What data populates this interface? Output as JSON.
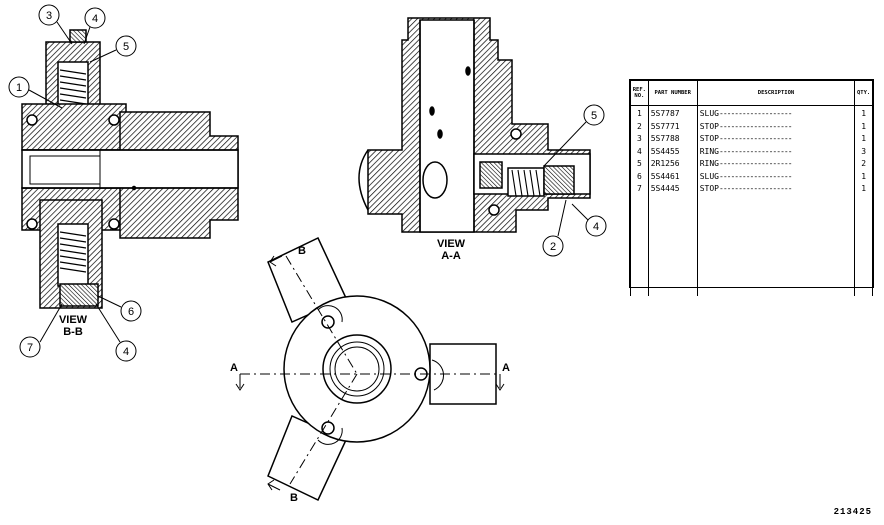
{
  "table": {
    "headers": {
      "ref": "REF. NO.",
      "part": "PART NUMBER",
      "desc": "DESCRIPTION",
      "qty": "QTY."
    },
    "rows": [
      {
        "ref": "1",
        "part": "5S7787",
        "desc": "SLUG",
        "qty": "1"
      },
      {
        "ref": "2",
        "part": "5S7771",
        "desc": "STOP",
        "qty": "1"
      },
      {
        "ref": "3",
        "part": "5S7788",
        "desc": "STOP",
        "qty": "1"
      },
      {
        "ref": "4",
        "part": "5S4455",
        "desc": "RING",
        "qty": "3"
      },
      {
        "ref": "5",
        "part": "2R1256",
        "desc": "RING",
        "qty": "2"
      },
      {
        "ref": "6",
        "part": "5S4461",
        "desc": "SLUG",
        "qty": "1"
      },
      {
        "ref": "7",
        "part": "5S4445",
        "desc": "STOP",
        "qty": "1"
      }
    ]
  },
  "views": {
    "bb_line1": "VIEW",
    "bb_line2": "B-B",
    "aa_line1": "VIEW",
    "aa_line2": "A-A"
  },
  "section_marks": {
    "b_top": "B",
    "b_bottom": "B",
    "a_left": "A",
    "a_right": "A"
  },
  "callouts": {
    "bb": [
      "3",
      "4",
      "5",
      "1",
      "6",
      "7",
      "4"
    ],
    "aa": [
      "5",
      "4",
      "2"
    ]
  },
  "document_number": "213425"
}
